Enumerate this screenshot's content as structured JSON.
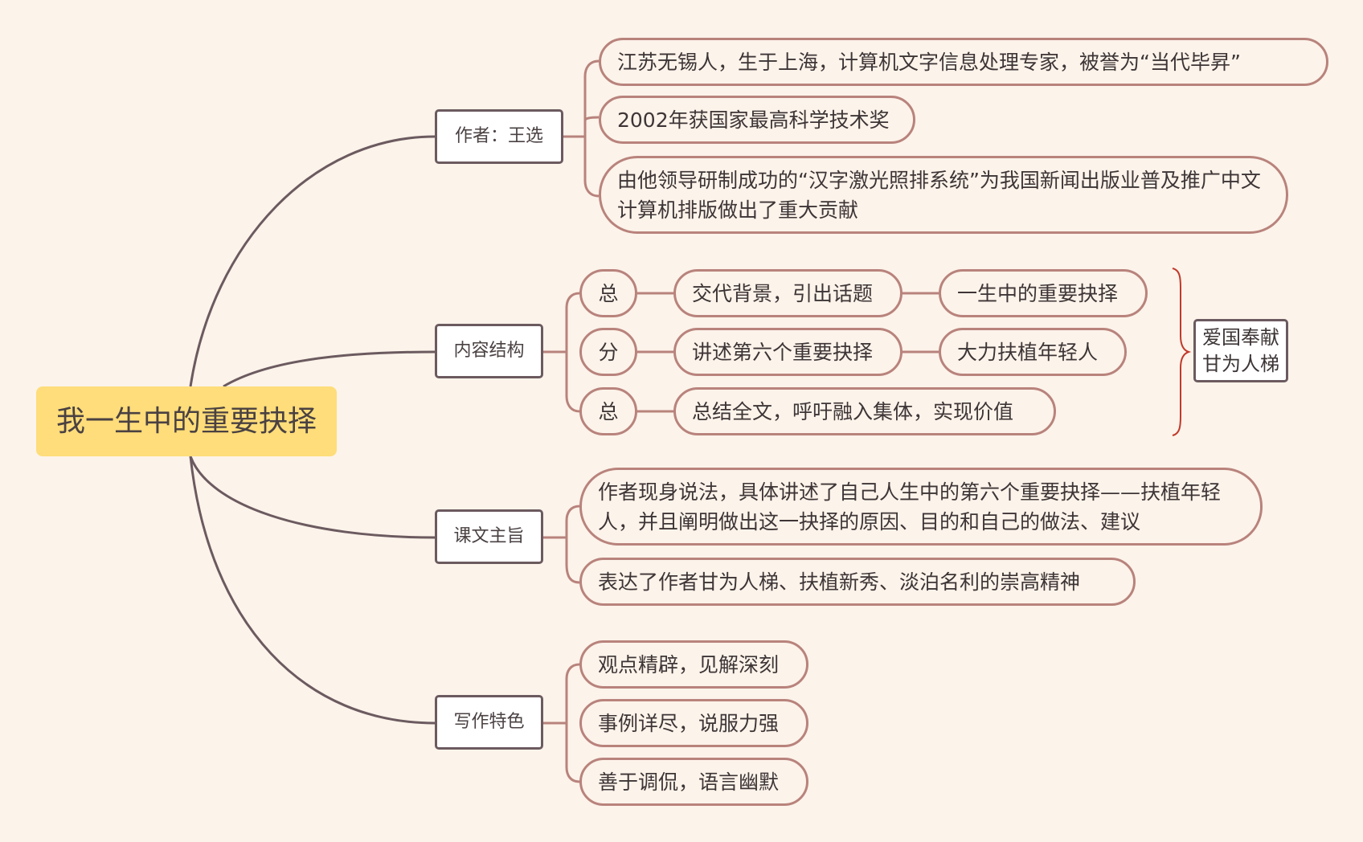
{
  "root": {
    "label": "我一生中的重要抉择"
  },
  "author": {
    "label": "作者：王选",
    "items": [
      "江苏无锡人，生于上海，计算机文字信息处理专家，被誉为“当代毕昇”",
      "2002年获国家最高科学技术奖",
      "由他领导研制成功的“汉字激光照排系统”为我国新闻出版业普及推广中文计算机排版做出了重大贡献"
    ]
  },
  "structure": {
    "label": "内容结构",
    "rows": [
      {
        "part": "总",
        "desc": "交代背景，引出话题",
        "detail": "一生中的重要抉择"
      },
      {
        "part": "分",
        "desc": "讲述第六个重要抉择",
        "detail": "大力扶植年轻人"
      },
      {
        "part": "总",
        "desc": "总结全文，呼吁融入集体，实现价值",
        "detail": ""
      }
    ],
    "summary": {
      "line1": "爱国奉献",
      "line2": "甘为人梯"
    }
  },
  "theme": {
    "label": "课文主旨",
    "items": [
      "作者现身说法，具体讲述了自己人生中的第六个重要抉择——扶植年轻人，并且阐明做出这一抉择的原因、目的和自己的做法、建议",
      "表达了作者甘为人梯、扶植新秀、淡泊名利的崇高精神"
    ]
  },
  "features": {
    "label": "写作特色",
    "items": [
      "观点精辟，见解深刻",
      "事例详尽，说服力强",
      "善于调侃，语言幽默"
    ]
  },
  "colors": {
    "background": "#fcf3ea",
    "root_fill": "#fedd7a",
    "main_line": "#6b5a5f",
    "sub_line": "#b8837c",
    "brace": "#c0392b"
  }
}
